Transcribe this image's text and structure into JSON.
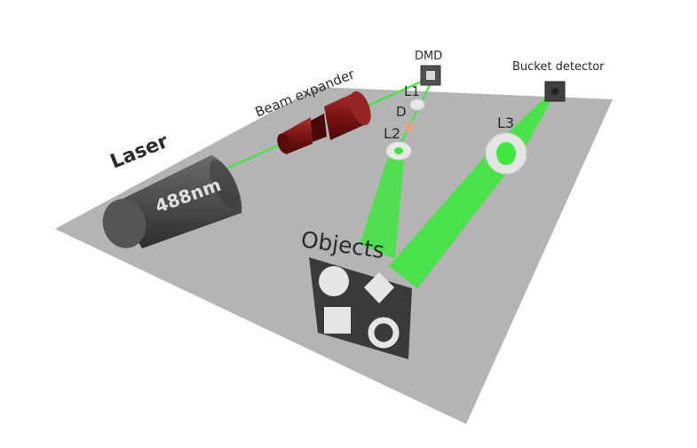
{
  "labels": {
    "laser": "Laser",
    "wavelength": "488nm",
    "beam_expander": "Beam expander",
    "dmd": "DMD",
    "l1": "L1",
    "d": "D",
    "l2": "L2",
    "l3": "L3",
    "bucket_detector": "Bucket detector",
    "objects": "Objects"
  },
  "colors": {
    "table": "#b4b4b4",
    "beam": "#3ee63e",
    "laser_body": "#4a4a4a",
    "expander": "#7a1414",
    "lens": "#e8e8e8",
    "object_plate": "#3a3a3a",
    "object_shapes": "#e6e6e6"
  }
}
